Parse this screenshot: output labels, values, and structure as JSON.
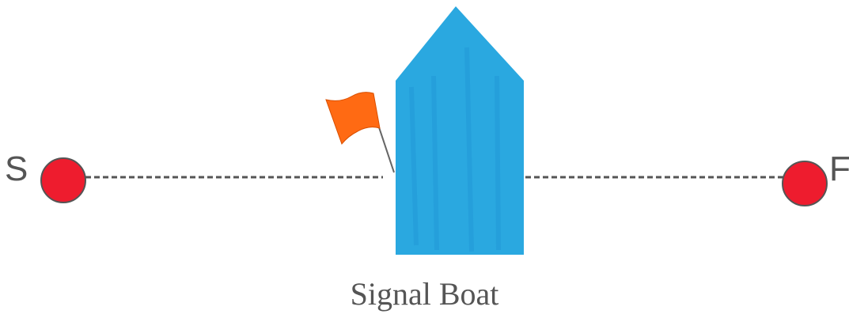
{
  "labels": {
    "start": "S",
    "finish": "F",
    "boat": "Signal Boat"
  },
  "icons": {
    "start_mark": "red-buoy",
    "finish_mark": "red-buoy",
    "boat": "signal-boat",
    "flag": "orange-flag"
  },
  "colors": {
    "buoy": "#ee1c2e",
    "boat": "#2aa8e0",
    "flag": "#ff6a13",
    "line": "#555555",
    "text": "#555555"
  }
}
